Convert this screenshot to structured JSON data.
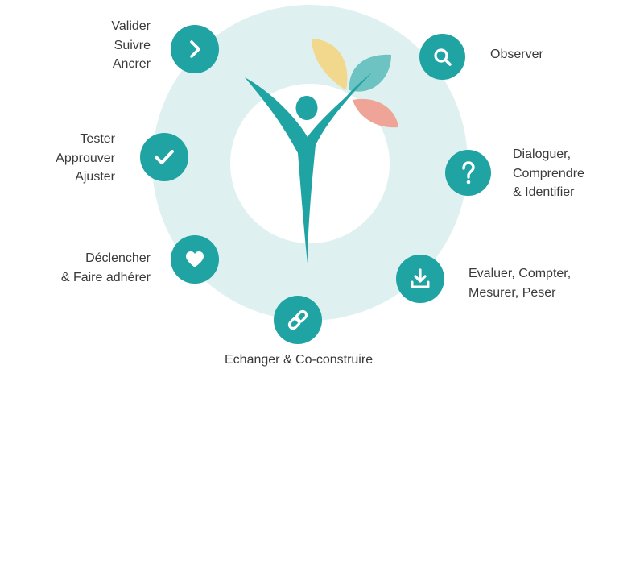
{
  "colors": {
    "accent": "#1fa3a3",
    "ring": "#dff0f0",
    "leaf_yellow": "#f2d88c",
    "leaf_teal": "#6cc3c1",
    "leaf_pink": "#eea496",
    "text": "#3a3a3a"
  },
  "steps": [
    {
      "icon": "magnifier-icon",
      "lines": [
        "Observer"
      ]
    },
    {
      "icon": "question-mark-icon",
      "lines": [
        "Dialoguer,",
        "Comprendre",
        "& Identifier"
      ]
    },
    {
      "icon": "download-icon",
      "lines": [
        "Evaluer, Compter,",
        "Mesurer, Peser"
      ]
    },
    {
      "icon": "link-icon",
      "lines": [
        "Echanger & Co-construire"
      ]
    },
    {
      "icon": "heart-icon",
      "lines": [
        "Déclencher",
        "& Faire adhérer"
      ]
    },
    {
      "icon": "checkmark-icon",
      "lines": [
        "Tester",
        "Approuver",
        "Ajuster"
      ]
    },
    {
      "icon": "chevron-right-icon",
      "lines": [
        "Valider",
        "Suivre",
        "Ancrer"
      ]
    }
  ]
}
